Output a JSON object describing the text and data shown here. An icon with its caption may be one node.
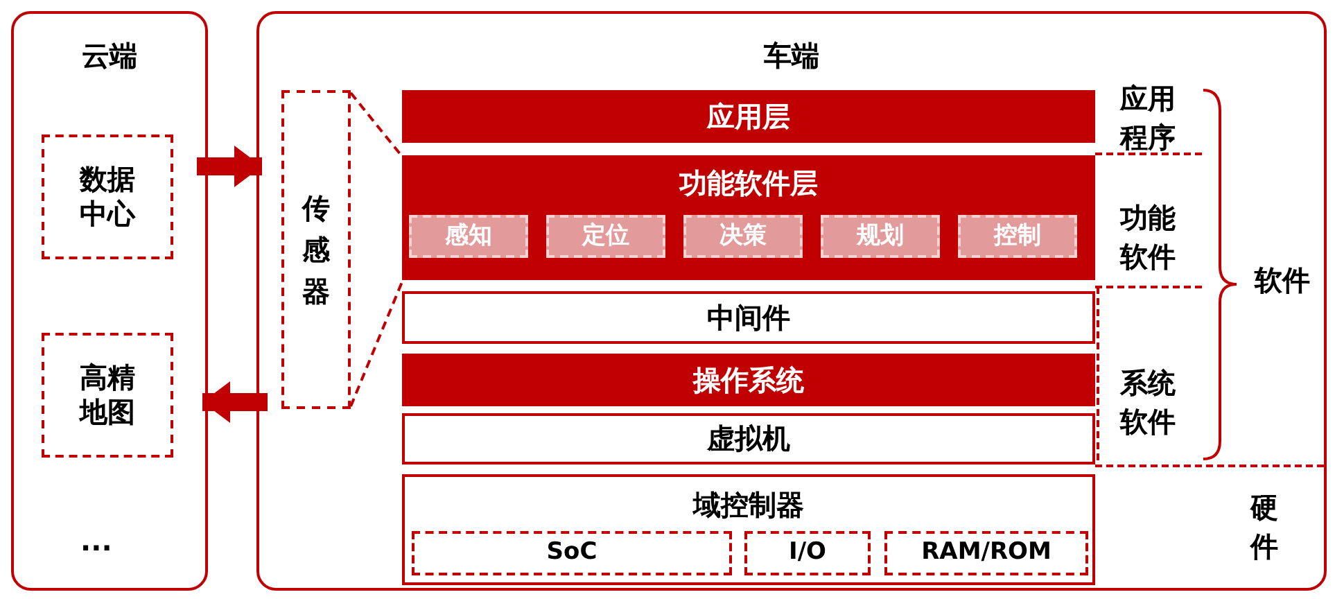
{
  "diagram": {
    "nodes": [
      {
        "text": [
          "云端"
        ]
      },
      {
        "text": [
          "数据中心"
        ],
        "in": 0
      },
      {
        "text": [
          "高精地图"
        ],
        "in": 0
      },
      {
        "text": [
          "车端"
        ]
      },
      {
        "text": [
          "传感器"
        ],
        "in": 3
      },
      {
        "text": [
          "应用层"
        ],
        "in": 3
      },
      {
        "text": [
          "功能软件层"
        ],
        "in": 3
      },
      {
        "text": [
          "感知"
        ],
        "in": 6
      },
      {
        "text": [
          "定位"
        ],
        "in": 6
      },
      {
        "text": [
          "决策"
        ],
        "in": 6
      },
      {
        "text": [
          "规划"
        ],
        "in": 6
      },
      {
        "text": [
          "控制"
        ],
        "in": 6
      },
      {
        "text": [
          "中间件"
        ],
        "in": 3
      },
      {
        "text": [
          "操作系统"
        ],
        "in": 3
      },
      {
        "text": [
          "虚拟机"
        ],
        "in": 3
      },
      {
        "text": [
          "域控制器"
        ],
        "in": 3
      },
      {
        "text": [
          "SoC"
        ],
        "in": 15
      },
      {
        "text": [
          "I/O"
        ],
        "in": 15
      },
      {
        "text": [
          "RAM/ROM"
        ],
        "in": 15
      }
    ],
    "edges": [
      {
        "from": 0,
        "to": 3,
        "arrow": "to",
        "style": "thick"
      },
      {
        "from": 3,
        "to": 0,
        "arrow": "to",
        "style": "thick"
      },
      {
        "from": 4,
        "to": 6,
        "arrow": "none",
        "style": "dashed"
      },
      {
        "from": 4,
        "to": 6,
        "arrow": "none",
        "style": "dashed"
      }
    ],
    "labels": [
      "...",
      "应用程序",
      "功能软件",
      "软件",
      "系统软件",
      "硬件"
    ]
  }
}
